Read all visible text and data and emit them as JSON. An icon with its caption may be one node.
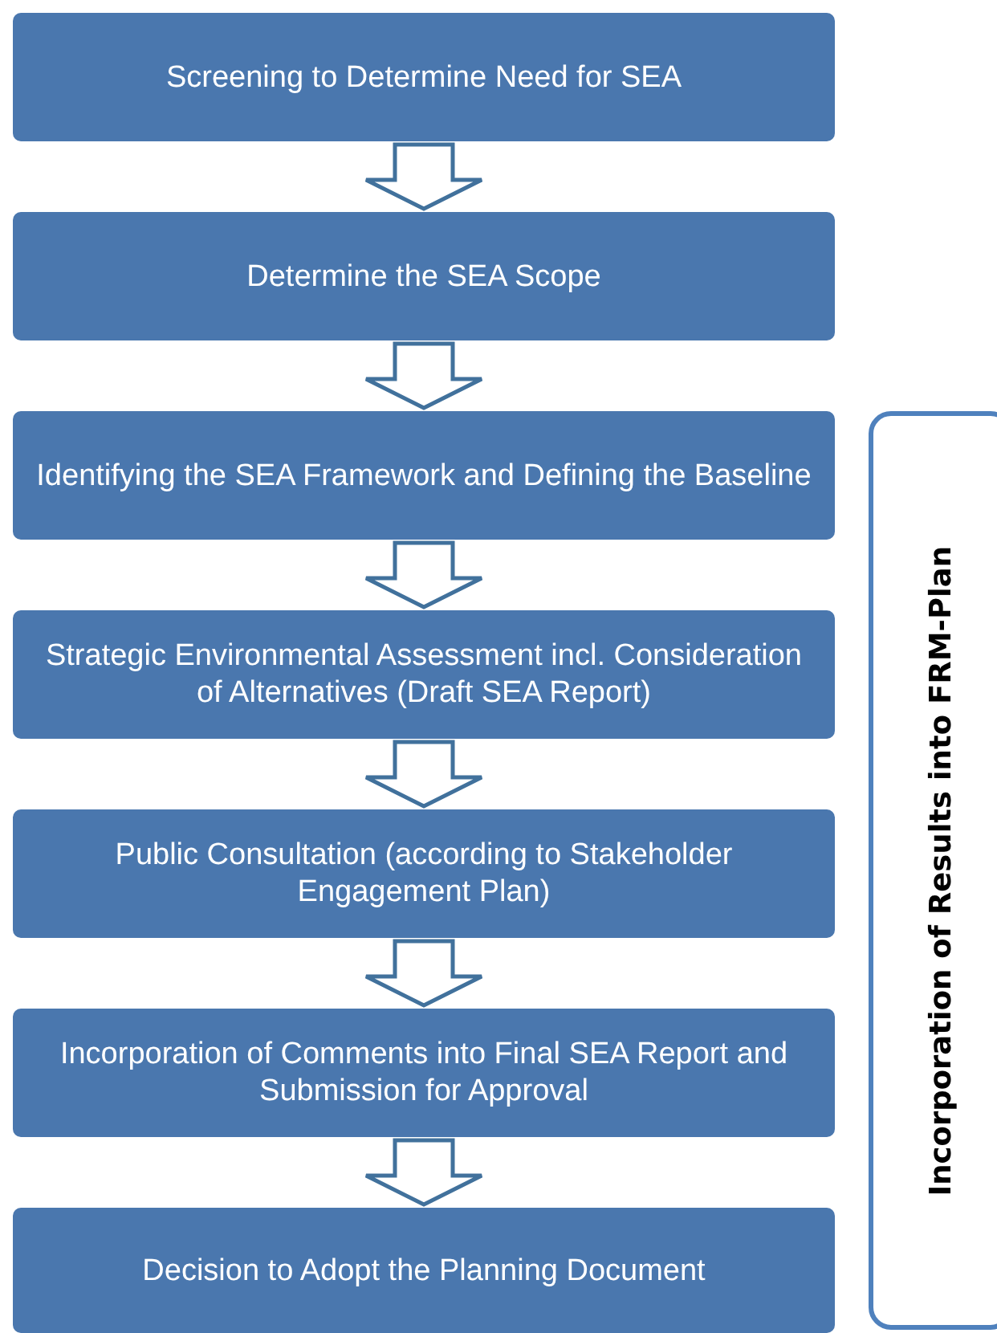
{
  "diagram": {
    "nodes": [
      {
        "text": [
          "Screening to Determine Need for SEA"
        ]
      },
      {
        "text": [
          "Determine the SEA Scope"
        ]
      },
      {
        "text": [
          "Identifying the SEA Framework and Defining the Baseline"
        ]
      },
      {
        "text": [
          "Strategic Environmental Assessment incl. Consideration of Alternatives (Draft SEA Report)"
        ]
      },
      {
        "text": [
          "Public Consultation (according to Stakeholder Engagement Plan)"
        ]
      },
      {
        "text": [
          "Incorporation of Comments into Final SEA Report and Submission for Approval"
        ]
      },
      {
        "text": [
          "Decision to Adopt the Planning Document"
        ]
      },
      {
        "text": [
          "Incorporation of Results into FRM-Plan"
        ]
      }
    ],
    "edges": [
      {
        "from": 0,
        "to": 1,
        "arrow": "to"
      },
      {
        "from": 1,
        "to": 2,
        "arrow": "to"
      },
      {
        "from": 2,
        "to": 3,
        "arrow": "to"
      },
      {
        "from": 3,
        "to": 4,
        "arrow": "to"
      },
      {
        "from": 4,
        "to": 5,
        "arrow": "to"
      },
      {
        "from": 5,
        "to": 6,
        "arrow": "to"
      }
    ]
  }
}
